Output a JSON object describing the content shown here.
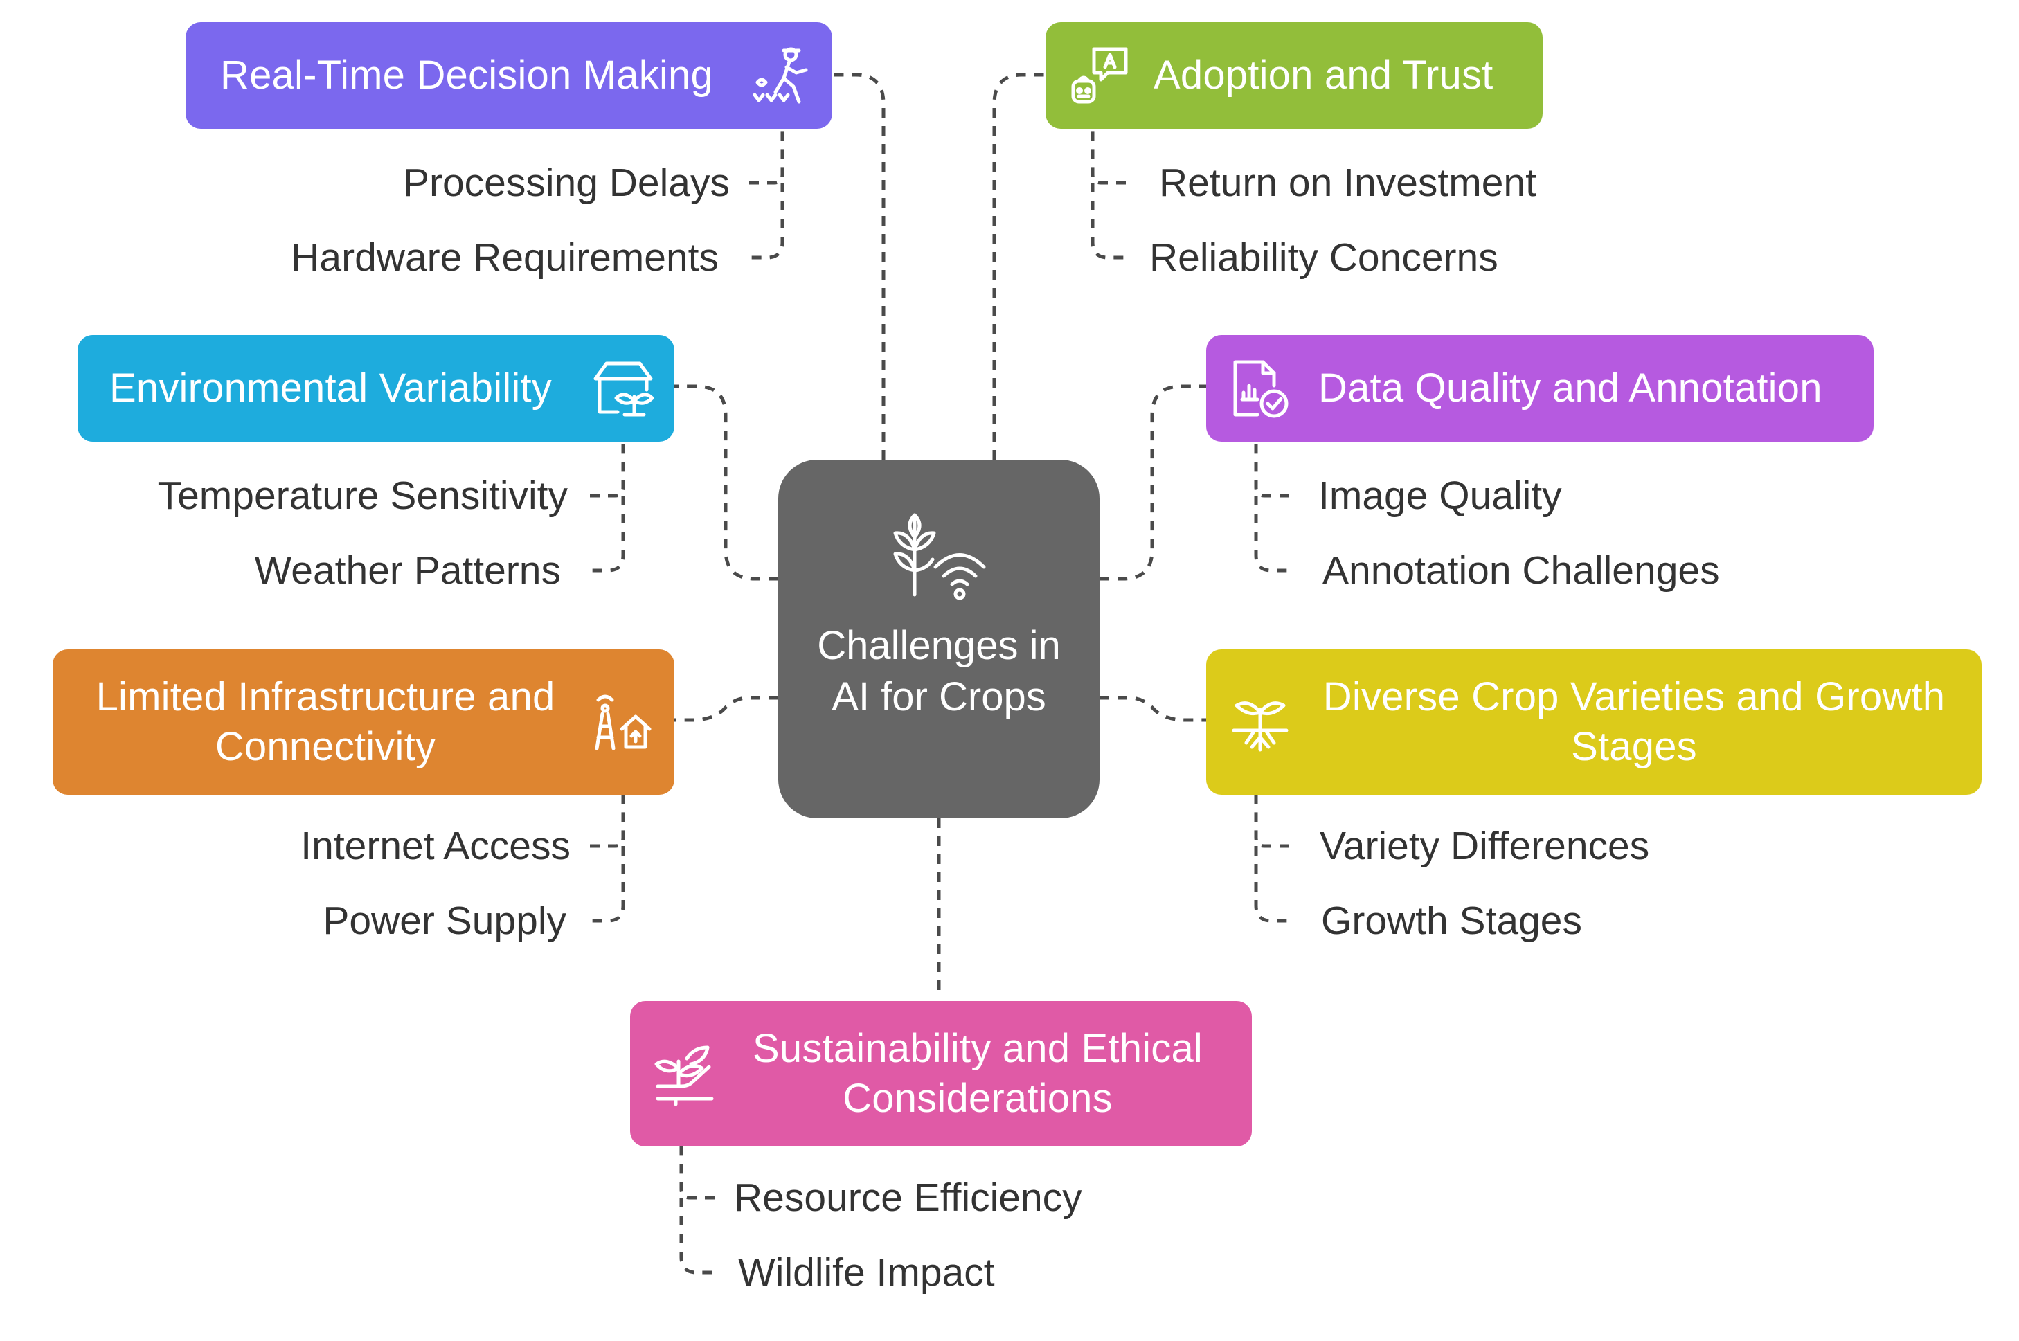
{
  "center": {
    "title": "Challenges in AI for Crops",
    "icon": "wheat-wifi-icon"
  },
  "categories": [
    {
      "id": "realtime",
      "title": "Real-Time Decision Making",
      "color": "#7B68EE",
      "icon": "farmer-sowing-icon",
      "items": [
        "Processing Delays",
        "Hardware Requirements"
      ]
    },
    {
      "id": "adoption",
      "title": "Adoption and Trust",
      "color": "#92BE3A",
      "icon": "chat-robot-icon",
      "items": [
        "Return on Investment",
        "Reliability Concerns"
      ]
    },
    {
      "id": "environment",
      "title": "Environmental Variability",
      "color": "#1EACDD",
      "icon": "greenhouse-sprout-icon",
      "items": [
        "Temperature Sensitivity",
        "Weather Patterns"
      ]
    },
    {
      "id": "dataquality",
      "title": "Data Quality and Annotation",
      "color": "#B65AE0",
      "icon": "document-check-icon",
      "items": [
        "Image Quality",
        "Annotation Challenges"
      ]
    },
    {
      "id": "infrastructure",
      "title": "Limited Infrastructure and Connectivity",
      "color": "#DE8530",
      "icon": "antenna-home-icon",
      "items": [
        "Internet Access",
        "Power Supply"
      ]
    },
    {
      "id": "varieties",
      "title": "Diverse Crop Varieties and Growth Stages",
      "color": "#DCCB1A",
      "icon": "sprout-roots-icon",
      "items": [
        "Variety Differences",
        "Growth Stages"
      ]
    },
    {
      "id": "sustainability",
      "title": "Sustainability and Ethical Considerations",
      "color": "#E05AA6",
      "icon": "plant-hand-icon",
      "items": [
        "Resource Efficiency",
        "Wildlife Impact"
      ]
    }
  ]
}
